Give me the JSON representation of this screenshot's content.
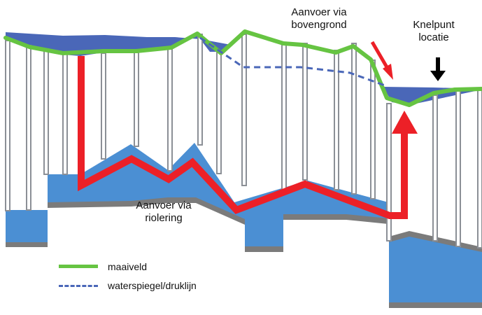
{
  "labels": {
    "surface_supply": [
      "Aanvoer via",
      "bovengrond"
    ],
    "sewer_supply": [
      "Aanvoer via",
      "riolering"
    ],
    "bottleneck": [
      "Knelpunt",
      "locatie"
    ]
  },
  "legend": {
    "ground_level": "maaiveld",
    "water_level": "waterspiegel/druklijn"
  },
  "colors": {
    "ground_line": "#66c442",
    "water_dashed": "#4a67b8",
    "pond_fill": "#4a67b8",
    "sewer_fill": "#4b8fd3",
    "sewer_shadow": "#7b7b7b",
    "flow_arrow": "#ec2027",
    "pointer_arrow": "#000000",
    "shaft_stroke": "#8b8f96"
  }
}
